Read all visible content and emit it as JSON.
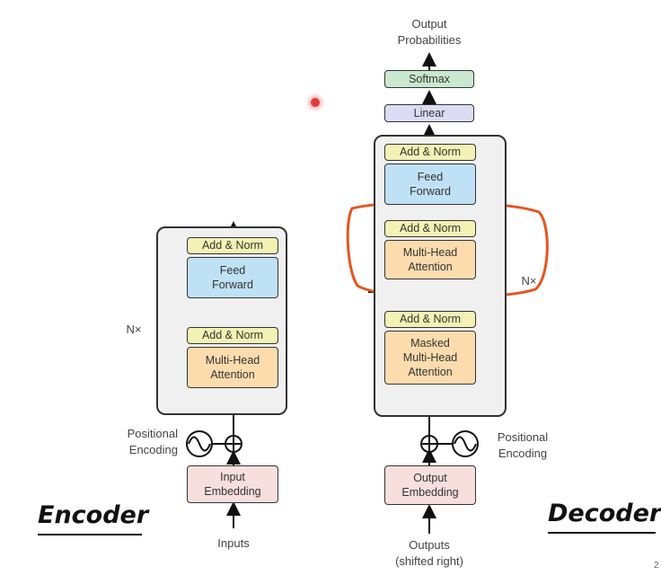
{
  "encoder": {
    "title": "Encoder",
    "add_norm_top": "Add & Norm",
    "feed_forward": "Feed\nForward",
    "add_norm_bottom": "Add & Norm",
    "attention": "Multi-Head\nAttention",
    "nx": "N×",
    "positional": "Positional\nEncoding",
    "embedding": "Input\nEmbedding",
    "input": "Inputs"
  },
  "decoder": {
    "title": "Decoder",
    "output_probs": "Output\nProbabilities",
    "softmax": "Softmax",
    "linear": "Linear",
    "add_norm_1": "Add & Norm",
    "feed_forward": "Feed\nForward",
    "add_norm_2": "Add & Norm",
    "attention": "Multi-Head\nAttention",
    "nx": "N×",
    "add_norm_3": "Add & Norm",
    "masked_attention": "Masked\nMulti-Head\nAttention",
    "positional": "Positional\nEncoding",
    "embedding": "Output\nEmbedding",
    "input": "Outputs\n(shifted right)"
  },
  "page_number": "2",
  "colors": {
    "highlight": "#e8541e",
    "laser_dot": "#e23a3a",
    "add_norm": "#f3f2b4",
    "feed_forward": "#bfe1f5",
    "attention": "#fcdcad",
    "embedding": "#f7dfde",
    "linear": "#dcdcf5",
    "softmax": "#c9e8cf"
  }
}
